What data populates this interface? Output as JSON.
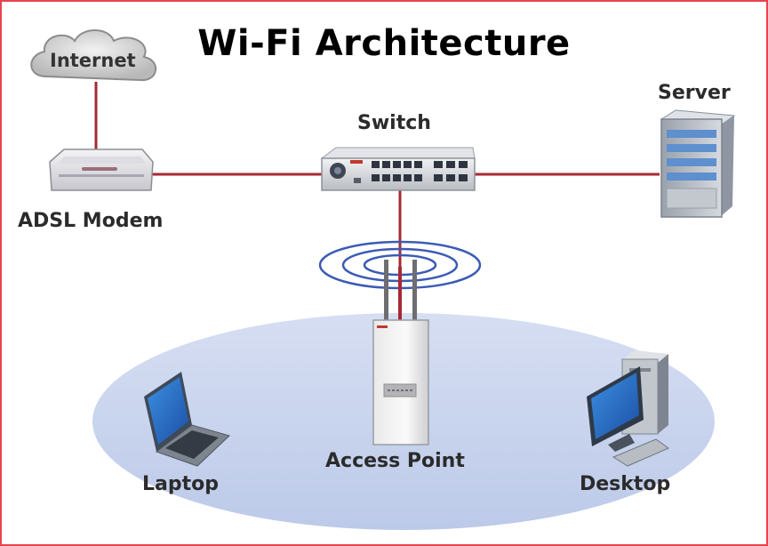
{
  "title": "Wi-Fi Architecture",
  "nodes": {
    "internet": "Internet",
    "modem": "ADSL Modem",
    "switch": "Switch",
    "server": "Server",
    "access_point": "Access Point",
    "laptop": "Laptop",
    "desktop": "Desktop"
  },
  "colors": {
    "frame": "#e8434f",
    "cable": "#a52a35",
    "coverage": "#c9d4ee",
    "signal": "#3b5bb5"
  }
}
